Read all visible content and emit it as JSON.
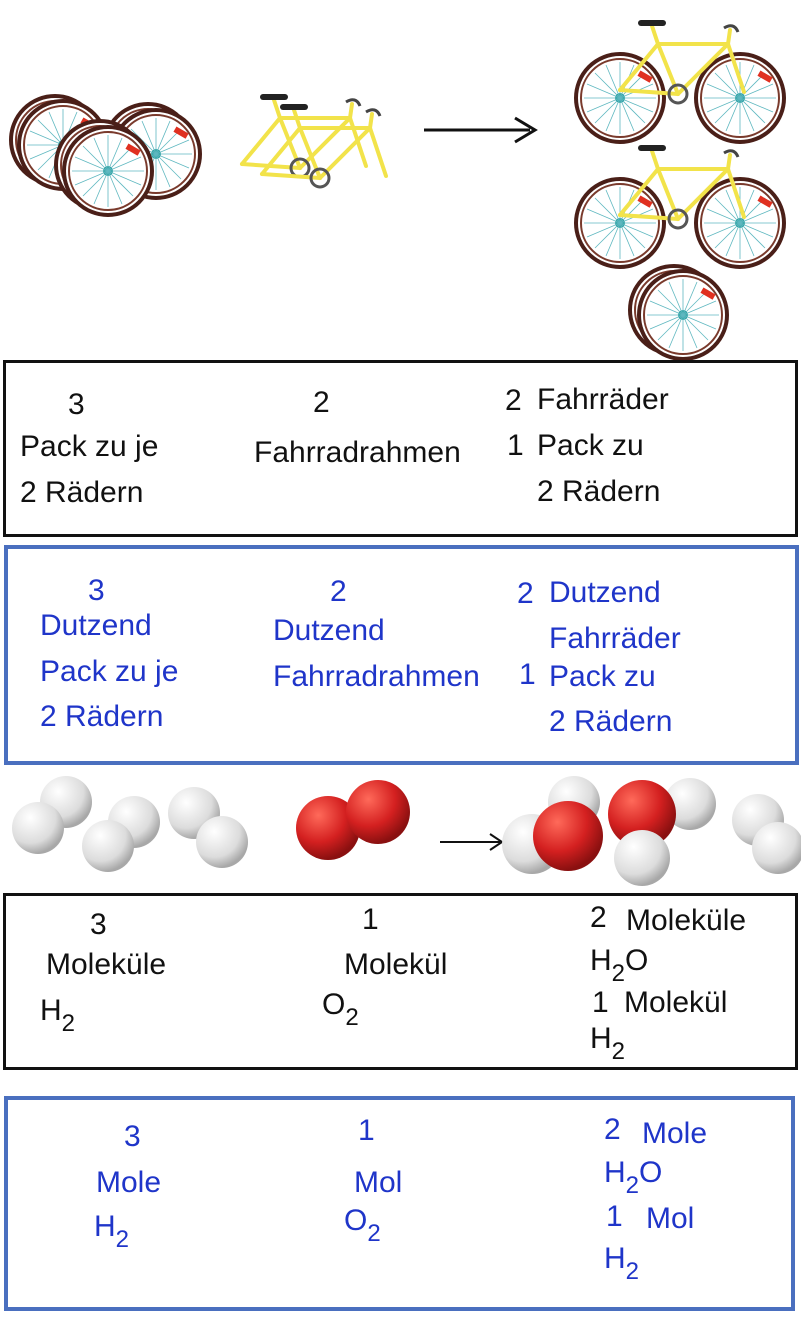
{
  "colors": {
    "black_text": "#111111",
    "blue_text": "#1f35c9",
    "blue_border": "#4a6fbf",
    "frame_yellow": "#f2e34a",
    "tire": "#5a2a1e",
    "oxygen_red": "#d42020",
    "hydrogen_white": "#e6e6e6"
  },
  "row_bikes_box": {
    "col1": {
      "count": "3",
      "line1": "Pack zu je",
      "line2": "2 Rädern"
    },
    "col2": {
      "count": "2",
      "line1": "Fahrradrahmen"
    },
    "col3": {
      "count1": "2",
      "line1": "Fahrräder",
      "count2": "1",
      "line2": "Pack zu",
      "line3": "2 Rädern"
    }
  },
  "row_dozen_box": {
    "col1": {
      "count": "3",
      "line1": "Dutzend",
      "line2": "Pack zu je",
      "line3": "2 Rädern"
    },
    "col2": {
      "count": "2",
      "line1": "Dutzend",
      "line2": "Fahrradrahmen"
    },
    "col3": {
      "count1": "2",
      "line1": "Dutzend",
      "line2": "Fahrräder",
      "count2": "1",
      "line3": "Pack zu",
      "line4": "2 Rädern"
    }
  },
  "row_molecule_box": {
    "col1": {
      "count": "3",
      "line1": "Moleküle",
      "formula": "H",
      "sub": "2"
    },
    "col2": {
      "count": "1",
      "line1": "Molekül",
      "formula": "O",
      "sub": "2"
    },
    "col3": {
      "count1": "2",
      "line1": "Moleküle",
      "formula1": "H",
      "sub1": "2",
      "formula1_tail": "O",
      "count2": "1",
      "line2": "Molekül",
      "formula2": "H",
      "sub2": "2"
    }
  },
  "row_mole_box": {
    "col1": {
      "count": "3",
      "line1": "Mole",
      "formula": "H",
      "sub": "2"
    },
    "col2": {
      "count": "1",
      "line1": "Mol",
      "formula": "O",
      "sub": "2"
    },
    "col3": {
      "count1": "2",
      "line1": "Mole",
      "formula1": "H",
      "sub1": "2",
      "formula1_tail": "O",
      "count2": "1",
      "line2": "Mol",
      "formula2": "H",
      "sub2": "2"
    }
  },
  "icons": {
    "wheel": "bicycle-wheel-icon",
    "frame": "bicycle-frame-icon",
    "bicycle": "bicycle-icon",
    "arrow": "arrow-right-icon",
    "h2": "hydrogen-molecule-icon",
    "o2": "oxygen-molecule-icon",
    "h2o": "water-molecule-icon"
  }
}
